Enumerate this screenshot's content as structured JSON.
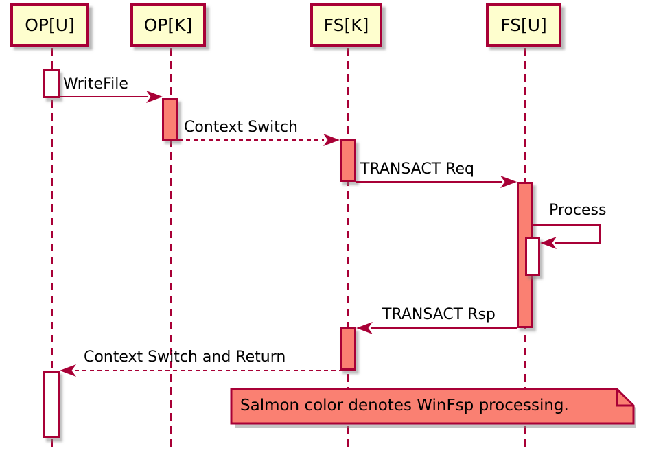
{
  "diagram": {
    "participants": [
      {
        "label": "OP[U]"
      },
      {
        "label": "OP[K]"
      },
      {
        "label": "FS[K]"
      },
      {
        "label": "FS[U]"
      }
    ],
    "messages": [
      {
        "label": "WriteFile",
        "from": "OP[U]",
        "to": "OP[K]",
        "style": "solid"
      },
      {
        "label": "Context Switch",
        "from": "OP[K]",
        "to": "FS[K]",
        "style": "dashed"
      },
      {
        "label": "TRANSACT Req",
        "from": "FS[K]",
        "to": "FS[U]",
        "style": "solid"
      },
      {
        "label": "Process",
        "from": "FS[U]",
        "to": "FS[U]",
        "style": "self"
      },
      {
        "label": "TRANSACT Rsp",
        "from": "FS[U]",
        "to": "FS[K]",
        "style": "solid"
      },
      {
        "label": "Context Switch and Return",
        "from": "FS[K]",
        "to": "OP[U]",
        "style": "dashed"
      }
    ],
    "note": {
      "text": "Salmon color denotes WinFsp processing."
    },
    "colors": {
      "participant_fill": "#FEFECE",
      "line": "#A80036",
      "salmon": "#FA8072",
      "activation_plain": "#FFFFFF",
      "text": "#000000",
      "background": "#FFFFFF"
    }
  }
}
